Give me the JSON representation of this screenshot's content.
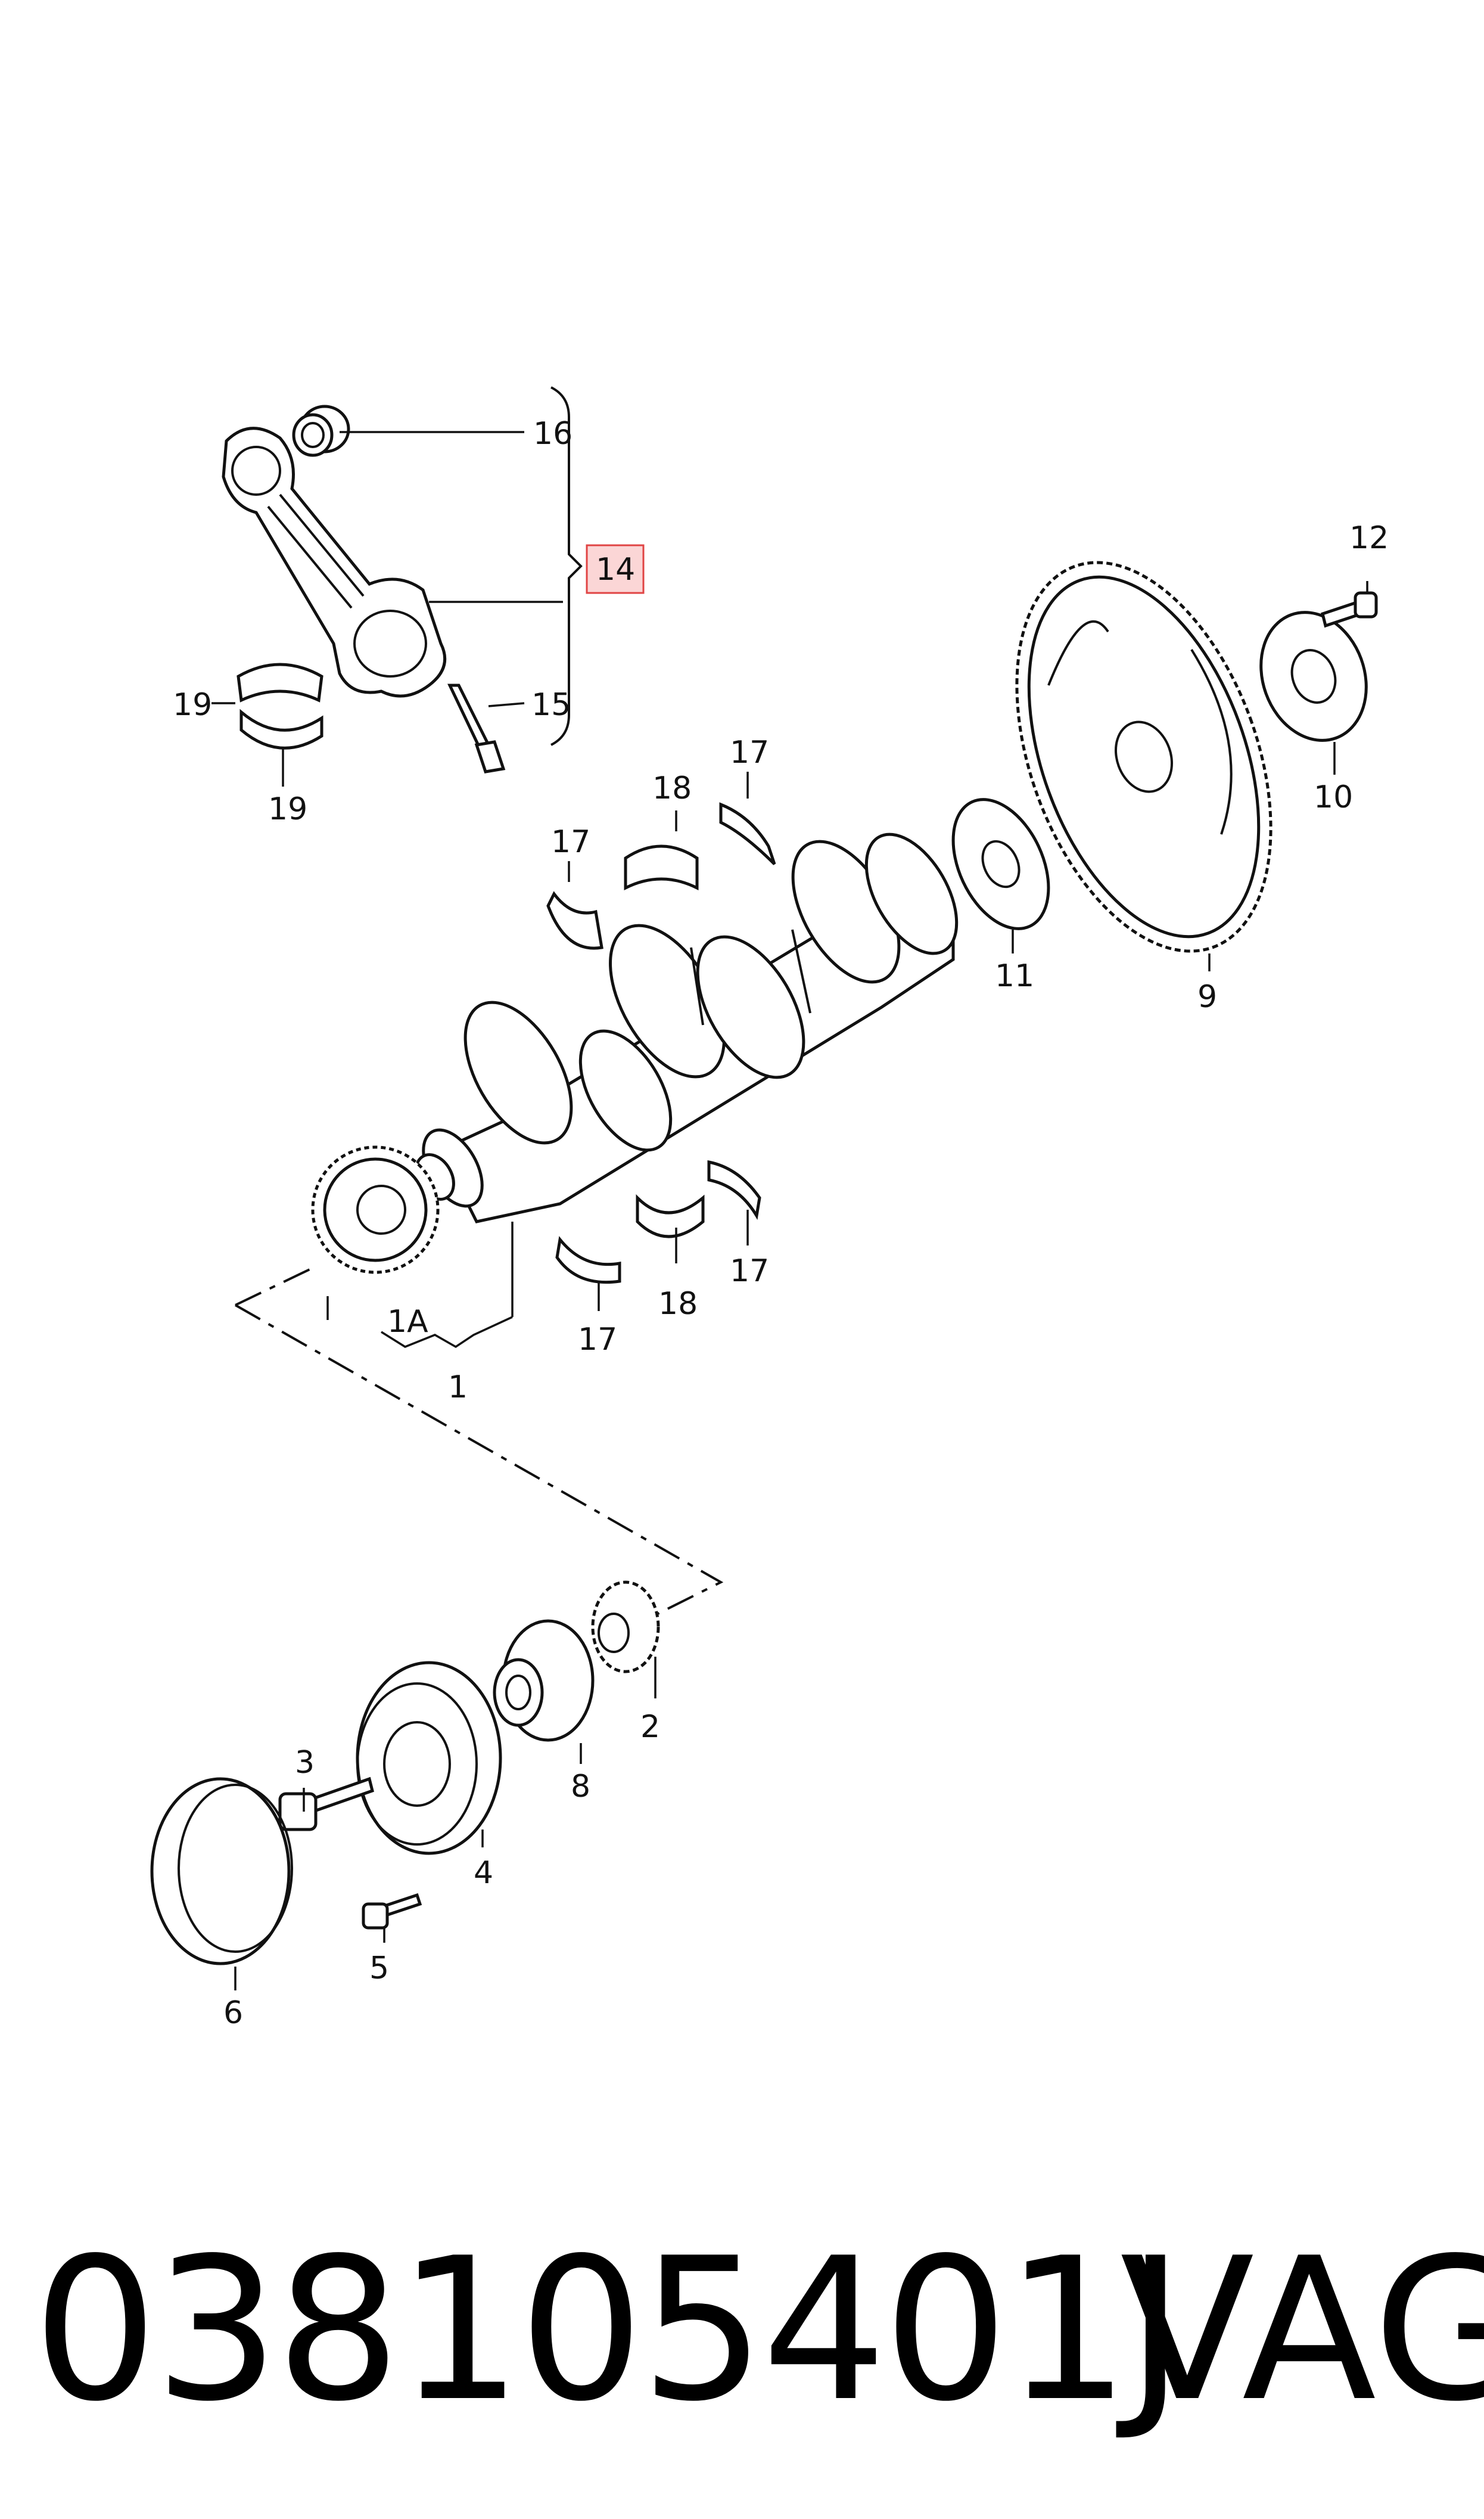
{
  "diagram": {
    "callouts": {
      "c1": "1",
      "c1A": "1A",
      "c2": "2",
      "c3": "3",
      "c4": "4",
      "c5": "5",
      "c6": "6",
      "c8": "8",
      "c9": "9",
      "c10": "10",
      "c11": "11",
      "c12": "12",
      "c14": "14",
      "c15": "15",
      "c16": "16",
      "c17a": "17",
      "c17b": "17",
      "c17c": "17",
      "c17d": "17",
      "c18a": "18",
      "c18b": "18",
      "c19a": "19",
      "c19b": "19"
    },
    "highlight_color": "#e04444"
  },
  "footer": {
    "part_number": "038105401J",
    "brand": "VAG"
  }
}
